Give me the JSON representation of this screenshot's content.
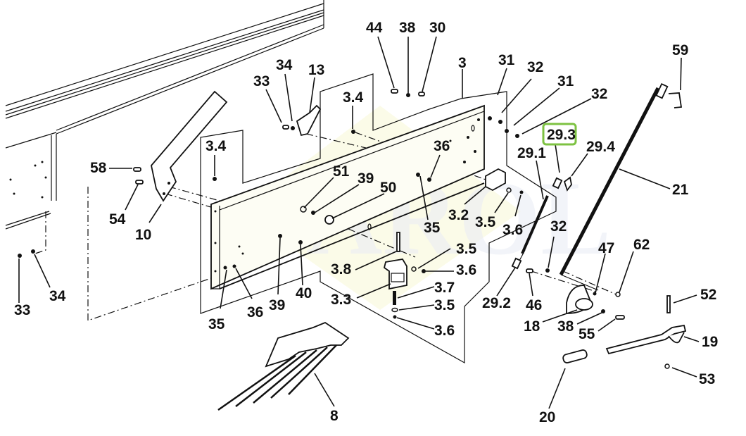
{
  "diagram": {
    "type": "exploded parts diagram",
    "watermark_text": "JAROL",
    "highlight_color": "#7dc242",
    "highlighted_callout": "29.3",
    "callouts": [
      {
        "id": "c-44",
        "label": "44"
      },
      {
        "id": "c-38a",
        "label": "38"
      },
      {
        "id": "c-30",
        "label": "30"
      },
      {
        "id": "c-3",
        "label": "3"
      },
      {
        "id": "c-31a",
        "label": "31"
      },
      {
        "id": "c-32a",
        "label": "32"
      },
      {
        "id": "c-31b",
        "label": "31"
      },
      {
        "id": "c-32b",
        "label": "32"
      },
      {
        "id": "c-59",
        "label": "59"
      },
      {
        "id": "c-34a",
        "label": "34"
      },
      {
        "id": "c-13",
        "label": "13"
      },
      {
        "id": "c-33a",
        "label": "33"
      },
      {
        "id": "c-3.4a",
        "label": "3.4"
      },
      {
        "id": "c-29.3",
        "label": "29.3"
      },
      {
        "id": "c-29.1",
        "label": "29.1"
      },
      {
        "id": "c-29.4",
        "label": "29.4"
      },
      {
        "id": "c-3.4b",
        "label": "3.4"
      },
      {
        "id": "c-36a",
        "label": "36"
      },
      {
        "id": "c-58",
        "label": "58"
      },
      {
        "id": "c-51",
        "label": "51"
      },
      {
        "id": "c-39a",
        "label": "39"
      },
      {
        "id": "c-50",
        "label": "50"
      },
      {
        "id": "c-21",
        "label": "21"
      },
      {
        "id": "c-54",
        "label": "54"
      },
      {
        "id": "c-10",
        "label": "10"
      },
      {
        "id": "c-3.2",
        "label": "3.2"
      },
      {
        "id": "c-3.5a",
        "label": "3.5"
      },
      {
        "id": "c-3.6a",
        "label": "3.6"
      },
      {
        "id": "c-35a",
        "label": "35"
      },
      {
        "id": "c-32c",
        "label": "32"
      },
      {
        "id": "c-47",
        "label": "47"
      },
      {
        "id": "c-62",
        "label": "62"
      },
      {
        "id": "c-3.5b",
        "label": "3.5"
      },
      {
        "id": "c-3.8",
        "label": "3.8"
      },
      {
        "id": "c-3.6b",
        "label": "3.6"
      },
      {
        "id": "c-33b",
        "label": "33"
      },
      {
        "id": "c-34b",
        "label": "34"
      },
      {
        "id": "c-3.7",
        "label": "3.7"
      },
      {
        "id": "c-3.3",
        "label": "3.3"
      },
      {
        "id": "c-3.5c",
        "label": "3.5"
      },
      {
        "id": "c-29.2",
        "label": "29.2"
      },
      {
        "id": "c-46",
        "label": "46"
      },
      {
        "id": "c-52",
        "label": "52"
      },
      {
        "id": "c-39b",
        "label": "39"
      },
      {
        "id": "c-40",
        "label": "40"
      },
      {
        "id": "c-36b",
        "label": "36"
      },
      {
        "id": "c-35b",
        "label": "35"
      },
      {
        "id": "c-3.6c",
        "label": "3.6"
      },
      {
        "id": "c-18",
        "label": "18"
      },
      {
        "id": "c-38b",
        "label": "38"
      },
      {
        "id": "c-55",
        "label": "55"
      },
      {
        "id": "c-19",
        "label": "19"
      },
      {
        "id": "c-53",
        "label": "53"
      },
      {
        "id": "c-8",
        "label": "8"
      },
      {
        "id": "c-20",
        "label": "20"
      }
    ]
  }
}
